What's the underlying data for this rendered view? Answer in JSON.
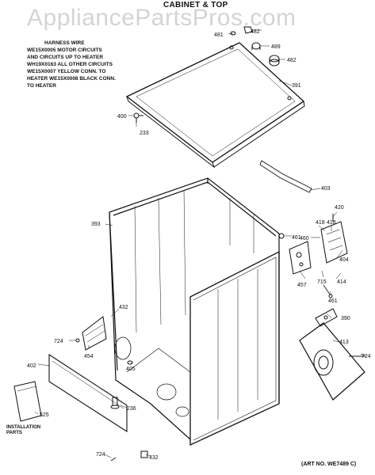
{
  "watermark": "AppliancePartsPros.com",
  "title": "CABINET & TOP",
  "notes": {
    "heading": "HARNESS WIRE",
    "lines": [
      "WE15X0005 MOTOR CIRCUITS",
      "AND CIRCUITS UP TO HEATER",
      "WH19X0163 ALL OTHER CIRCUITS",
      "WE15X0007 YELLOW CONN. TO",
      "HEATER WE15X0008 BLACK CONN.",
      "TO HEATER"
    ]
  },
  "installation_label": "INSTALLATION PARTS",
  "art_number": "(ART NO. WE7489 C)",
  "callouts": {
    "c481": "481",
    "c482a": "482",
    "c489": "489",
    "c482b": "482",
    "c391": "391",
    "c400": "400",
    "c233": "233",
    "c403": "403",
    "c393": "393",
    "c420": "420",
    "c461a": "461",
    "c418a": "418",
    "c418b": "418",
    "c460": "460",
    "c404": "404",
    "c457": "457",
    "c715": "715",
    "c414": "414",
    "c461b": "461",
    "c390": "390",
    "c432a": "432",
    "c724a": "724",
    "c454": "454",
    "c413": "413",
    "c724b": "724",
    "c402": "402",
    "c405": "405",
    "c525": "525",
    "c236": "236",
    "c724c": "724",
    "c432b": "432"
  }
}
